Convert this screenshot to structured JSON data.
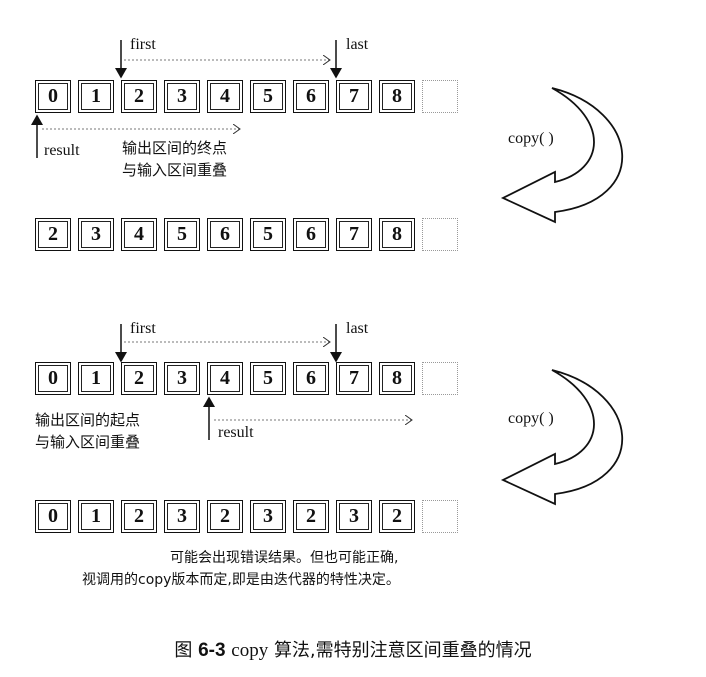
{
  "diagram1": {
    "first_label": "first",
    "last_label": "last",
    "result_label": "result",
    "note_line1": "输出区间的终点",
    "note_line2": "与输入区间重叠",
    "copy_label": "copy( )",
    "before": [
      "0",
      "1",
      "2",
      "3",
      "4",
      "5",
      "6",
      "7",
      "8",
      ""
    ],
    "after": [
      "2",
      "3",
      "4",
      "5",
      "6",
      "5",
      "6",
      "7",
      "8",
      ""
    ]
  },
  "diagram2": {
    "first_label": "first",
    "last_label": "last",
    "result_label": "result",
    "note_line1": "输出区间的起点",
    "note_line2": "与输入区间重叠",
    "copy_label": "copy( )",
    "before": [
      "0",
      "1",
      "2",
      "3",
      "4",
      "5",
      "6",
      "7",
      "8",
      ""
    ],
    "after": [
      "0",
      "1",
      "2",
      "3",
      "2",
      "3",
      "2",
      "3",
      "2",
      ""
    ],
    "result_line1": "可能会出现错误结果。但也可能正确,",
    "result_line2": "视调用的copy版本而定,即是由迭代器的特性决定。"
  },
  "caption": {
    "prefix": "图",
    "number": "6-3",
    "code": "copy",
    "text": "算法,需特别注意区间重叠的情况"
  }
}
